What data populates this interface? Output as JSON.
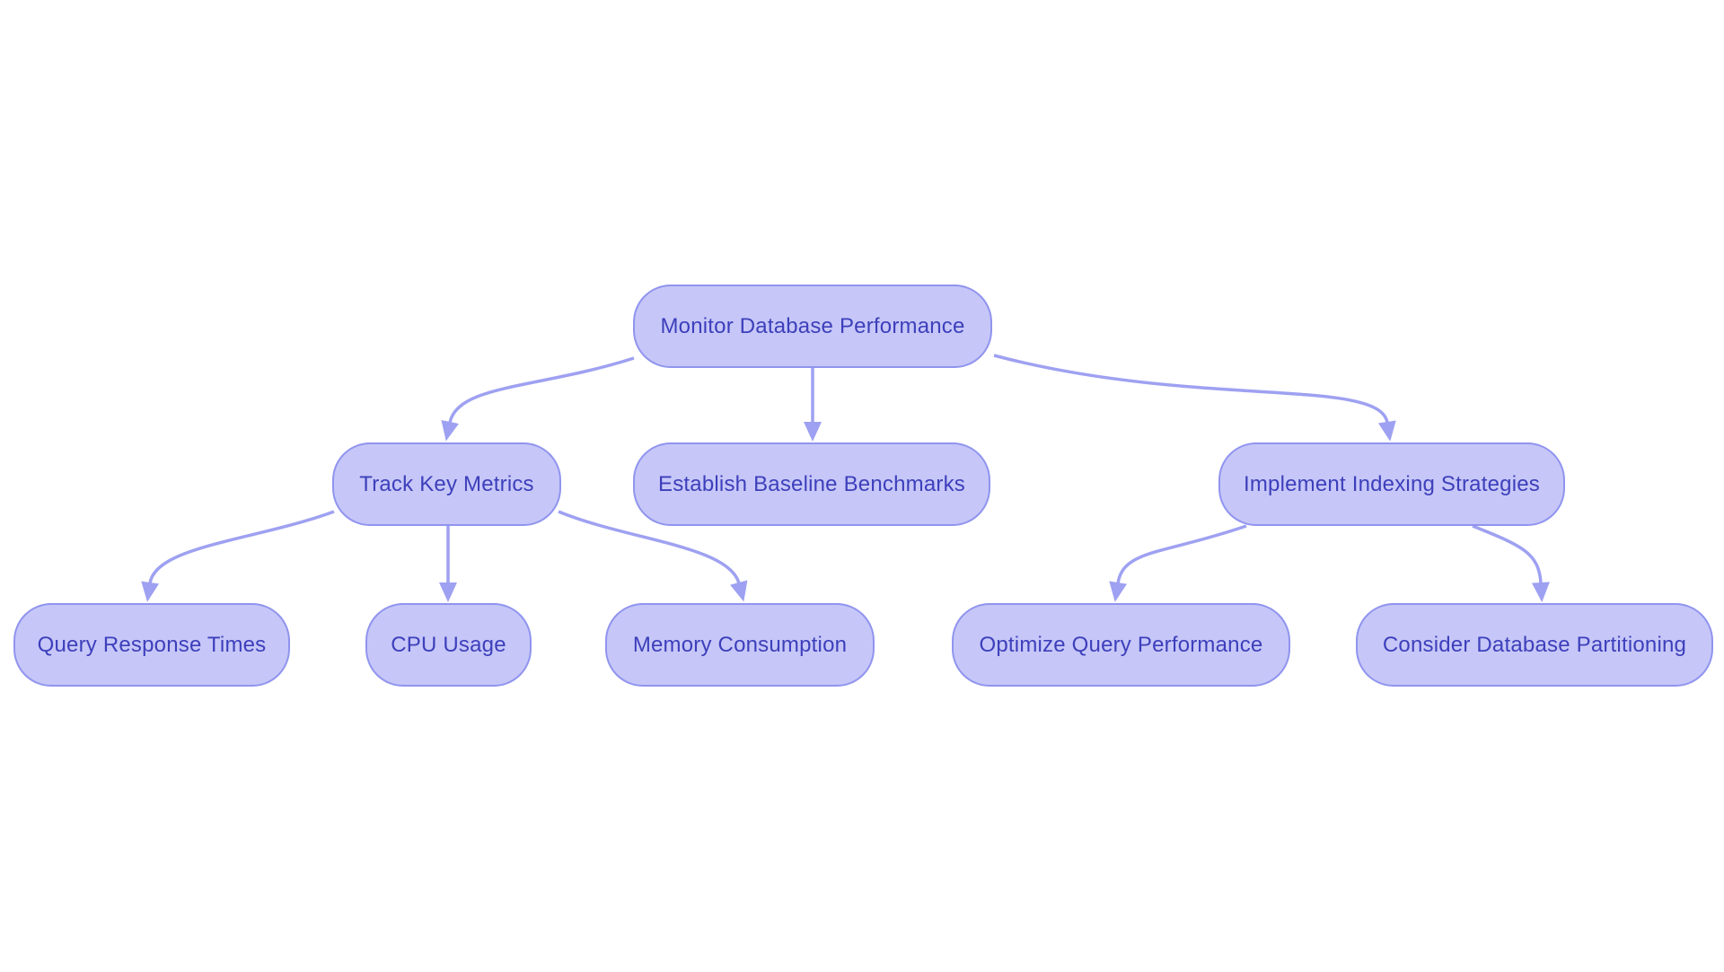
{
  "diagram_type": "flowchart",
  "colors": {
    "bg-color": "#ffffff",
    "node-fill": "#c6c7f8",
    "node-border": "#9094ee",
    "node-text": "#3d3fbb",
    "edge-color": "#9ea1f1"
  },
  "nodes": [
    {
      "id": "monitor",
      "label": "Monitor Database Performance",
      "level": 1
    },
    {
      "id": "track",
      "label": "Track Key Metrics",
      "level": 2
    },
    {
      "id": "baseline",
      "label": "Establish Baseline Benchmarks",
      "level": 2
    },
    {
      "id": "indexing",
      "label": "Implement Indexing Strategies",
      "level": 2
    },
    {
      "id": "query",
      "label": "Query Response Times",
      "level": 3
    },
    {
      "id": "cpu",
      "label": "CPU Usage",
      "level": 3
    },
    {
      "id": "memory",
      "label": "Memory Consumption",
      "level": 3
    },
    {
      "id": "optimize",
      "label": "Optimize Query Performance",
      "level": 3
    },
    {
      "id": "partition",
      "label": "Consider Database Partitioning",
      "level": 3
    }
  ],
  "edges": [
    {
      "from": "monitor",
      "to": "track"
    },
    {
      "from": "monitor",
      "to": "baseline"
    },
    {
      "from": "monitor",
      "to": "indexing"
    },
    {
      "from": "track",
      "to": "query"
    },
    {
      "from": "track",
      "to": "cpu"
    },
    {
      "from": "track",
      "to": "memory"
    },
    {
      "from": "indexing",
      "to": "optimize"
    },
    {
      "from": "indexing",
      "to": "partition"
    }
  ]
}
